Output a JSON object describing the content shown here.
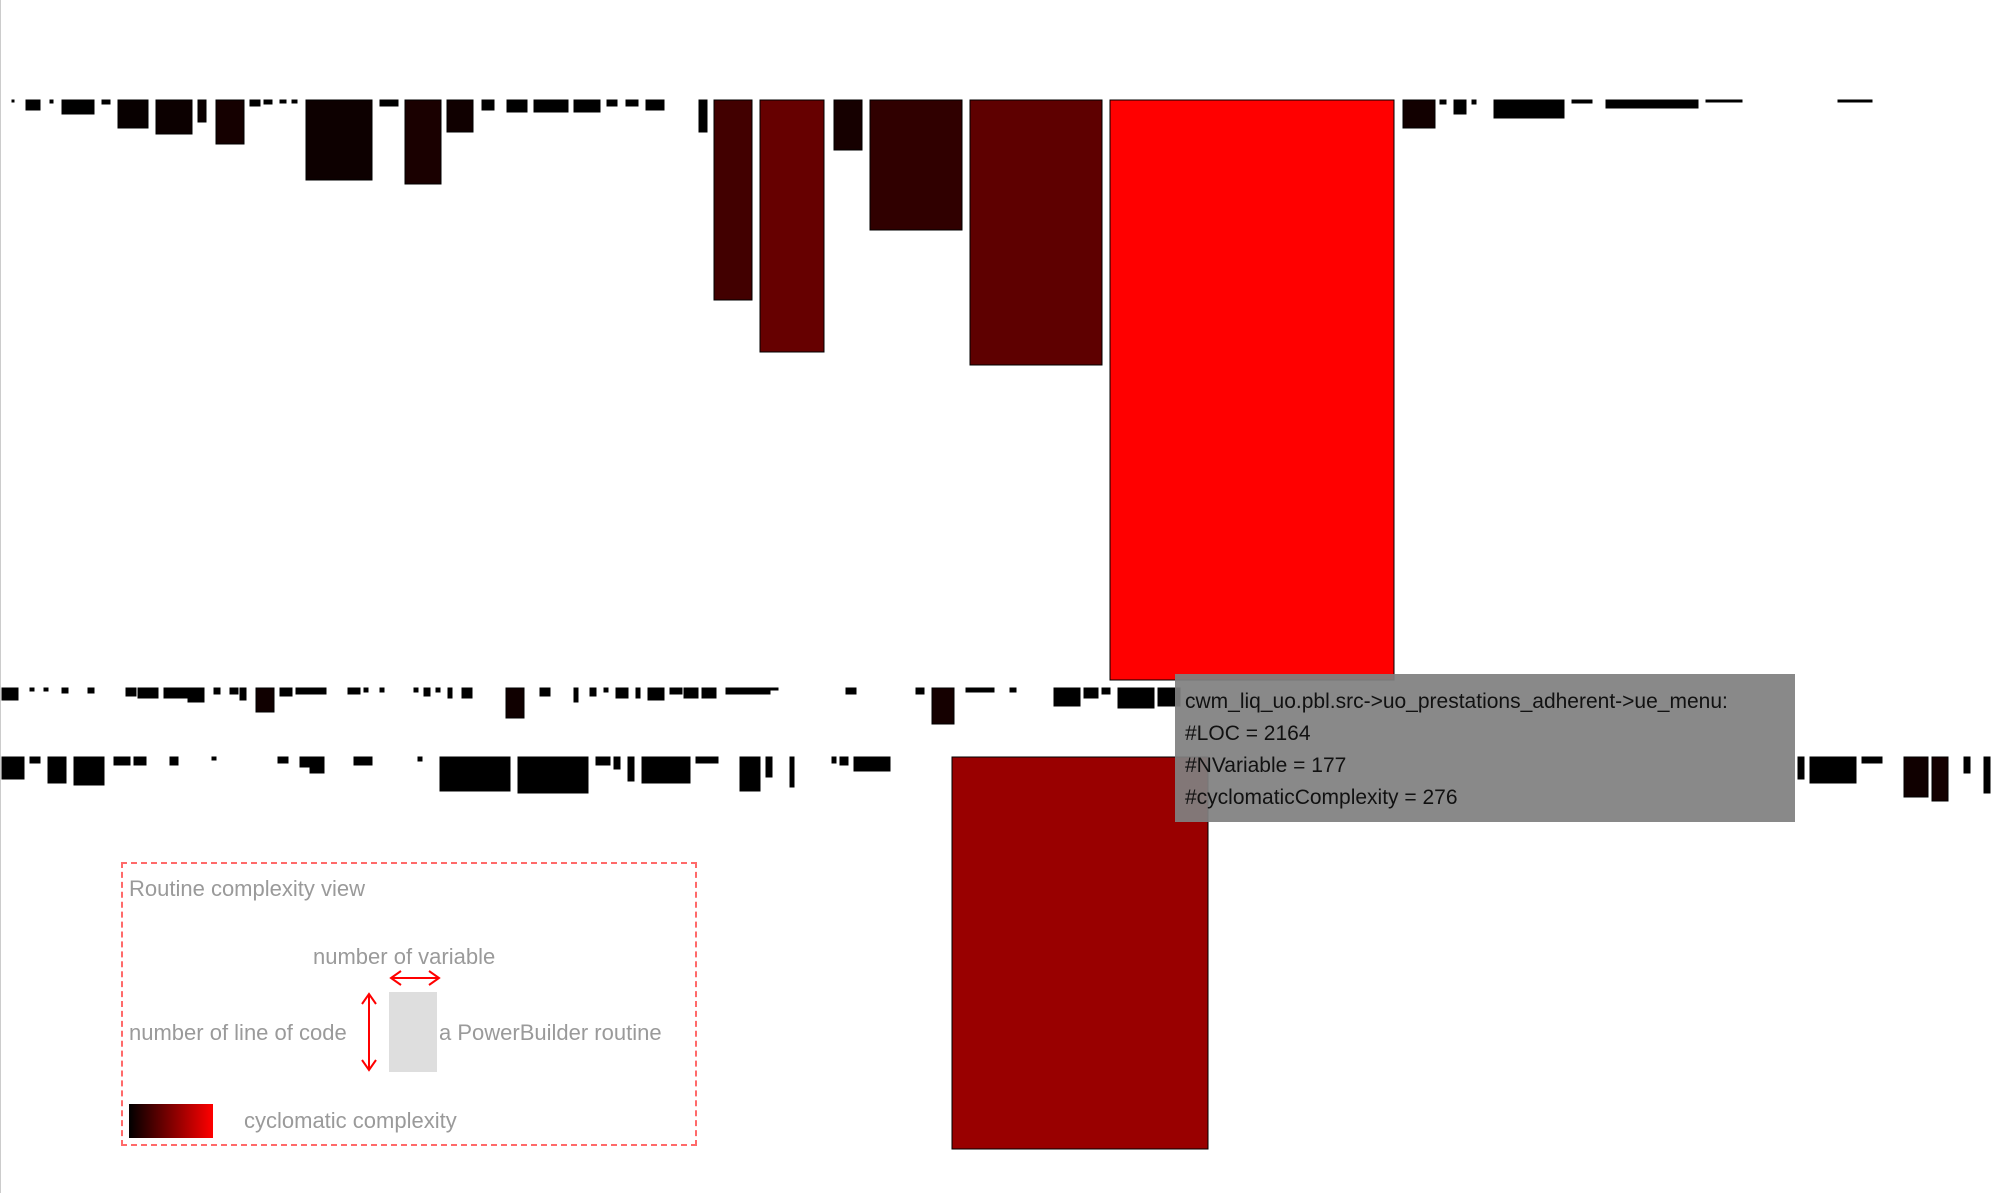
{
  "tooltip": {
    "path": "cwm_liq_uo.pbl.src->uo_prestations_adherent->ue_menu:",
    "loc": "#LOC = 2164",
    "nvariable": "#NVariable = 177",
    "cyclomatic": "#cyclomaticComplexity = 276"
  },
  "legend": {
    "title": "Routine complexity view",
    "variable_label": "number of variable",
    "loc_label": "number of line of code",
    "routine_label": "a PowerBuilder routine",
    "complexity_label": "cyclomatic complexity",
    "gradient_colors": [
      "#000000",
      "#ff0000"
    ],
    "sample_color": "#dedede",
    "border_color": "#ff6a6a",
    "arrow_color": "#ff0000"
  },
  "colors": {
    "background": "#ffffff",
    "max_complexity": "#ff0000",
    "min_complexity": "#000000",
    "tooltip_bg": "#808080"
  },
  "chart_data": {
    "type": "routine-complexity-view",
    "encoding": {
      "width": "number of variable",
      "height": "number of line of code",
      "color": "cyclomatic complexity"
    },
    "highlighted_routine": {
      "name": "cwm_liq_uo.pbl.src->uo_prestations_adherent->ue_menu",
      "loc": 2164,
      "nvariable": 177,
      "cyclomatic_complexity": 276
    }
  }
}
